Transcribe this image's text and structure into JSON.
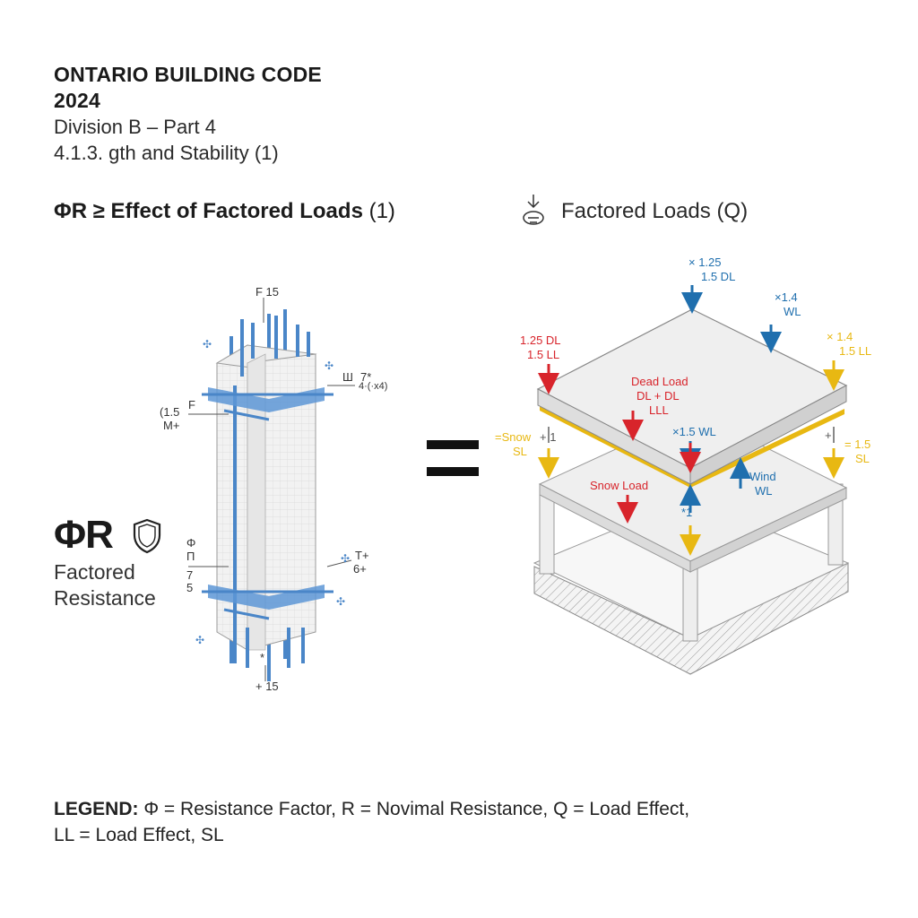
{
  "header": {
    "code_line1": "ONTARIO BUILDING CODE",
    "code_line2": "2024",
    "division": "Division B – Part 4",
    "section": "4.1.3. gth and Stability (1)"
  },
  "equation": {
    "left_prefix": "ΦR ≥",
    "left_bold": "Effect of Factored Loads",
    "left_suffix": "(1)",
    "right_label": "Factored Loads (Q)"
  },
  "resistance": {
    "symbol": "ΦR",
    "label_line1": "Factored",
    "label_line2": "Resistance"
  },
  "column_annotations": {
    "top": "F  15",
    "left_upper_1": "(1.5",
    "left_upper_2": "M+",
    "left_f": "F",
    "right_upper_1": "7*",
    "right_upper_2": "4·(·x4)",
    "right_upper_3": "Ш",
    "left_lower_1": "Φ",
    "left_lower_2": "Π",
    "left_lower_3": "7",
    "left_lower_4": "5",
    "right_lower_1": "T+",
    "right_lower_2": "6+",
    "bottom_star": "*",
    "bottom": "+ 15"
  },
  "structure_labels": {
    "top_center_1": "× 1.25",
    "top_center_2": "1.5 DL",
    "top_right_blue_1": "×1.4",
    "top_right_blue_2": "WL",
    "left_red_1": "1.25 DL",
    "left_red_2": "1.5 LL",
    "right_yellow_1": "× 1.4",
    "right_yellow_2": "1.5 LL",
    "dead_load_1": "Dead Load",
    "dead_load_2": "DL + DL",
    "dead_load_3": "LLL",
    "snow_left_1": "=Snow",
    "snow_left_2": "SL",
    "snow_left_mark": "+ 1",
    "mid_wl": "×1.5 WL",
    "right_yellow_mid_1": "= 1.5",
    "right_yellow_mid_2": "SL",
    "right_plus": "+",
    "snow_load": "Snow Load",
    "wind_1": "Wind",
    "wind_2": "WL",
    "lower_mark": "*1"
  },
  "legend": {
    "heading": "LEGEND:",
    "line1": "Φ = Resistance Factor, R = Novimal Resistance, Q = Load Effect,",
    "line2": "LL = Load Effect, SL"
  },
  "colors": {
    "dead": "#d8242b",
    "wind": "#1f6fae",
    "snow": "#e8b812",
    "rebar": "#4a86c8",
    "concrete": "#e9e9e9"
  }
}
